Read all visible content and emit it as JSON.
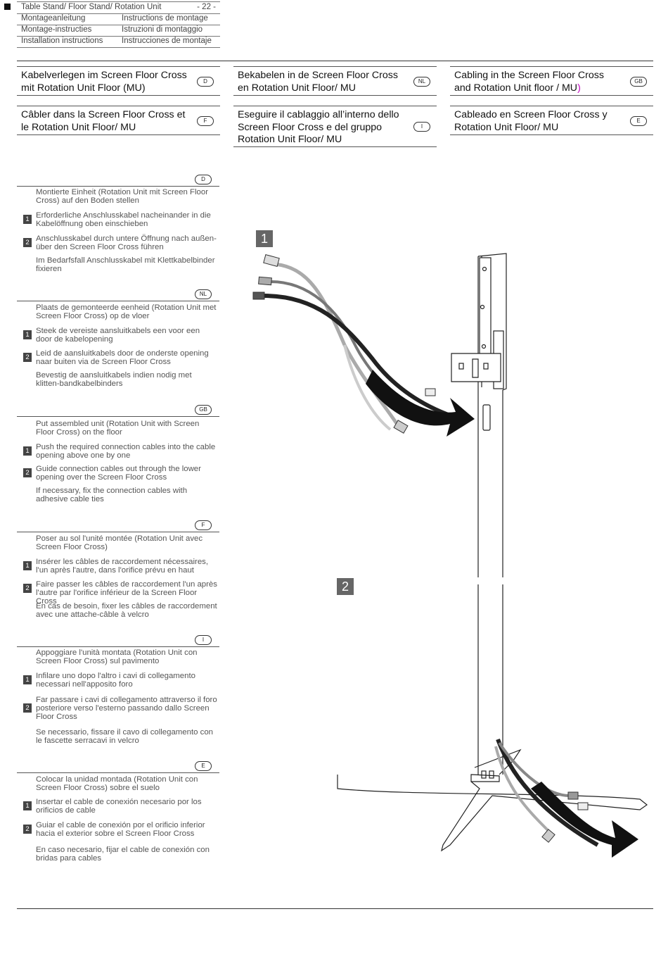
{
  "header": {
    "row1": {
      "left": "Table Stand/ Floor Stand/ Rotation Unit",
      "page": "- 22 -"
    },
    "row2": {
      "left": "Montageanleitung",
      "right": "Instructions de montage"
    },
    "row3": {
      "left": "Montage-instructies",
      "right": "Istruzioni di montaggio"
    },
    "row4": {
      "left": "Installation instructions",
      "right": "Instrucciones de montaje"
    }
  },
  "titles": [
    {
      "text": "Kabelverlegen im  Screen Floor Cross mit Rotation Unit Floor (MU)",
      "badge": "D"
    },
    {
      "text": "Bekabelen in de Screen Floor Cross en Rotation Unit Floor/ MU",
      "badge": "NL"
    },
    {
      "text": "Cabling in the Screen Floor Cross and Rotation Unit floor / MU",
      "suffix": ")",
      "badge": "GB"
    },
    {
      "text": "Câbler dans la Screen Floor Cross et le Rotation Unit Floor/ MU",
      "badge": "F"
    },
    {
      "text": "Eseguire il cablaggio all’interno dello Screen Floor Cross e del gruppo Rotation Unit Floor/ MU",
      "badge": "I"
    },
    {
      "text": "Cableado en Screen Floor Cross y Rotation Unit Floor/ MU",
      "badge": "E"
    }
  ],
  "sections": [
    {
      "badge": "D",
      "intro": "Montierte Einheit (Rotation Unit mit Screen Floor Cross) auf den Boden stellen",
      "step1": "Erforderliche Anschlusskabel nacheinander in die Kabelöffnung oben einschieben",
      "step2": "Anschlusskabel durch untere Öffnung nach außen-über den Screen Floor Cross führen",
      "note": "Im Bedarfsfall Anschlusskabel mit Klettkabelbinder fixieren"
    },
    {
      "badge": "NL",
      "intro": "Plaats de gemonteerde eenheid (Rotation Unit met Screen Floor Cross) op de vloer",
      "step1": "Steek de vereiste aansluitkabels een voor een door de kabelopening",
      "step2": "Leid de aansluitkabels door de onderste opening naar buiten via de Screen Floor Cross",
      "note": "Bevestig de aansluitkabels indien nodig met klitten-bandkabelbinders"
    },
    {
      "badge": "GB",
      "intro": "Put assembled unit (Rotation Unit with Screen Floor Cross) on the floor",
      "step1": "Push the required connection cables into the cable opening above one by one",
      "step2": "Guide connection cables out through the lower opening over the Screen Floor Cross",
      "note": "If necessary, fix the connection cables with adhesive cable ties"
    },
    {
      "badge": "F",
      "intro": "Poser au sol l'unité montée (Rotation Unit avec Screen Floor Cross)",
      "step1": "Insérer les câbles de raccordement nécessaires, l'un après l'autre, dans l'orifice prévu en haut",
      "step2": "Faire passer les câbles de raccordement l'un après l'autre par l'orifice inférieur de la Screen Floor Cross",
      "note": "En cas de besoin, fixer les câbles de raccordement avec une attache-câble à velcro"
    },
    {
      "badge": "I",
      "intro": "Appoggiare l'unità montata (Rotation Unit con Screen Floor Cross) sul pavimento",
      "step1": "Infilare uno dopo l'altro i cavi di collegamento necessari nell'apposito foro",
      "step2": "Far passare i cavi di collegamento attraverso il foro posteriore verso l'esterno passando dallo Screen Floor Cross",
      "note": "Se necessario, fissare il cavo di collegamento con le fascette serracavi in velcro"
    },
    {
      "badge": "E",
      "intro": "Colocar la unidad montada (Rotation Unit con Screen Floor Cross) sobre el suelo",
      "step1": "Insertar el cable de conexión necesario por los orificios de cable",
      "step2": "Guiar el cable de conexión por el orificio inferior hacia el exterior sobre el Screen Floor Cross",
      "note": "En caso necesario, fijar el cable de conexión con bridas para cables"
    }
  ],
  "step_numbers": {
    "one": "1",
    "two": "2"
  },
  "illustration": {
    "label1": "1",
    "label2": "2"
  },
  "colors": {
    "accent_paren": "#c000c0",
    "label_bg": "#666666",
    "rule": "#333333"
  }
}
